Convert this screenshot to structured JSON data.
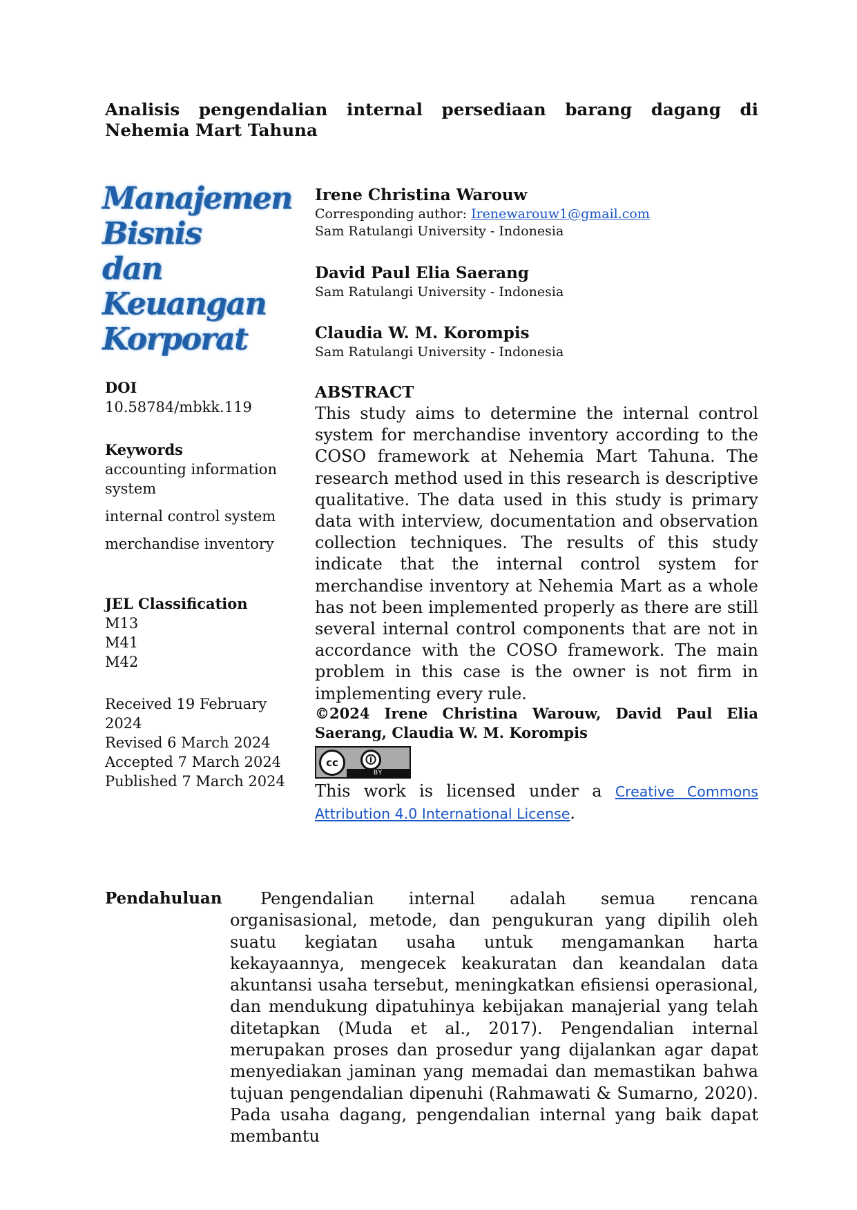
{
  "title": "Analisis pengendalian internal persediaan barang dagang di Nehemia Mart Tahuna",
  "journal_logo": [
    "Manajemen",
    "Bisnis",
    "dan",
    "Keuangan",
    "Korporat"
  ],
  "doi": {
    "label": "DOI",
    "value": "10.58784/mbkk.119"
  },
  "keywords": {
    "label": "Keywords",
    "items": [
      "accounting information system",
      "internal control system",
      "merchandise inventory"
    ]
  },
  "jel": {
    "label": "JEL Classification",
    "codes": [
      "M13",
      "M41",
      "M42"
    ]
  },
  "dates": [
    "Received 19 February 2024",
    "Revised 6 March 2024",
    "Accepted 7 March 2024",
    "Published 7 March 2024"
  ],
  "authors": [
    {
      "name": "Irene Christina Warouw",
      "corresponding_label": "Corresponding author: ",
      "email": "Irenewarouw1@gmail.com",
      "affiliation": "Sam Ratulangi University - Indonesia"
    },
    {
      "name": "David Paul Elia Saerang",
      "affiliation": "Sam Ratulangi University - Indonesia"
    },
    {
      "name": "Claudia W. M. Korompis",
      "affiliation": "Sam Ratulangi University - Indonesia"
    }
  ],
  "abstract": {
    "heading": "ABSTRACT",
    "text": "This study aims to determine the internal control system for merchandise inventory according to the COSO framework at Nehemia Mart Tahuna. The research method used in this research is descriptive qualitative. The data used in this study is primary data with interview, documentation and observation collection techniques. The results of this study indicate that the internal control system for merchandise inventory at Nehemia Mart as a whole has not been implemented properly as there are still several internal control components that are not in accordance with the COSO framework. The main problem in this case is the owner is not firm in implementing every rule."
  },
  "copyright": "©2024 Irene Christina Warouw, David Paul Elia Saerang, Claudia W. M. Korompis",
  "cc_badge": {
    "cc": "cc",
    "by_icon": "person-icon",
    "by": "BY"
  },
  "license": {
    "prefix": "This work is licensed under a ",
    "link": "Creative Commons Attribution 4.0 International License",
    "suffix": "."
  },
  "section": {
    "heading": "Pendahuluan",
    "text": "Pengendalian internal adalah semua rencana organisasional, metode, dan pengukuran yang dipilih oleh suatu kegiatan usaha untuk mengamankan harta kekayaannya, mengecek keakuratan dan keandalan data akuntansi usaha tersebut, meningkatkan efisiensi operasional, dan mendukung dipatuhinya kebijakan manajerial yang telah ditetapkan (Muda et al., 2017). Pengendalian internal merupakan proses dan prosedur yang dijalankan agar dapat menyediakan jaminan yang memadai dan memastikan bahwa tujuan pengendalian dipenuhi (Rahmawati & Sumarno, 2020). Pada usaha dagang, pengendalian internal yang baik dapat membantu"
  }
}
